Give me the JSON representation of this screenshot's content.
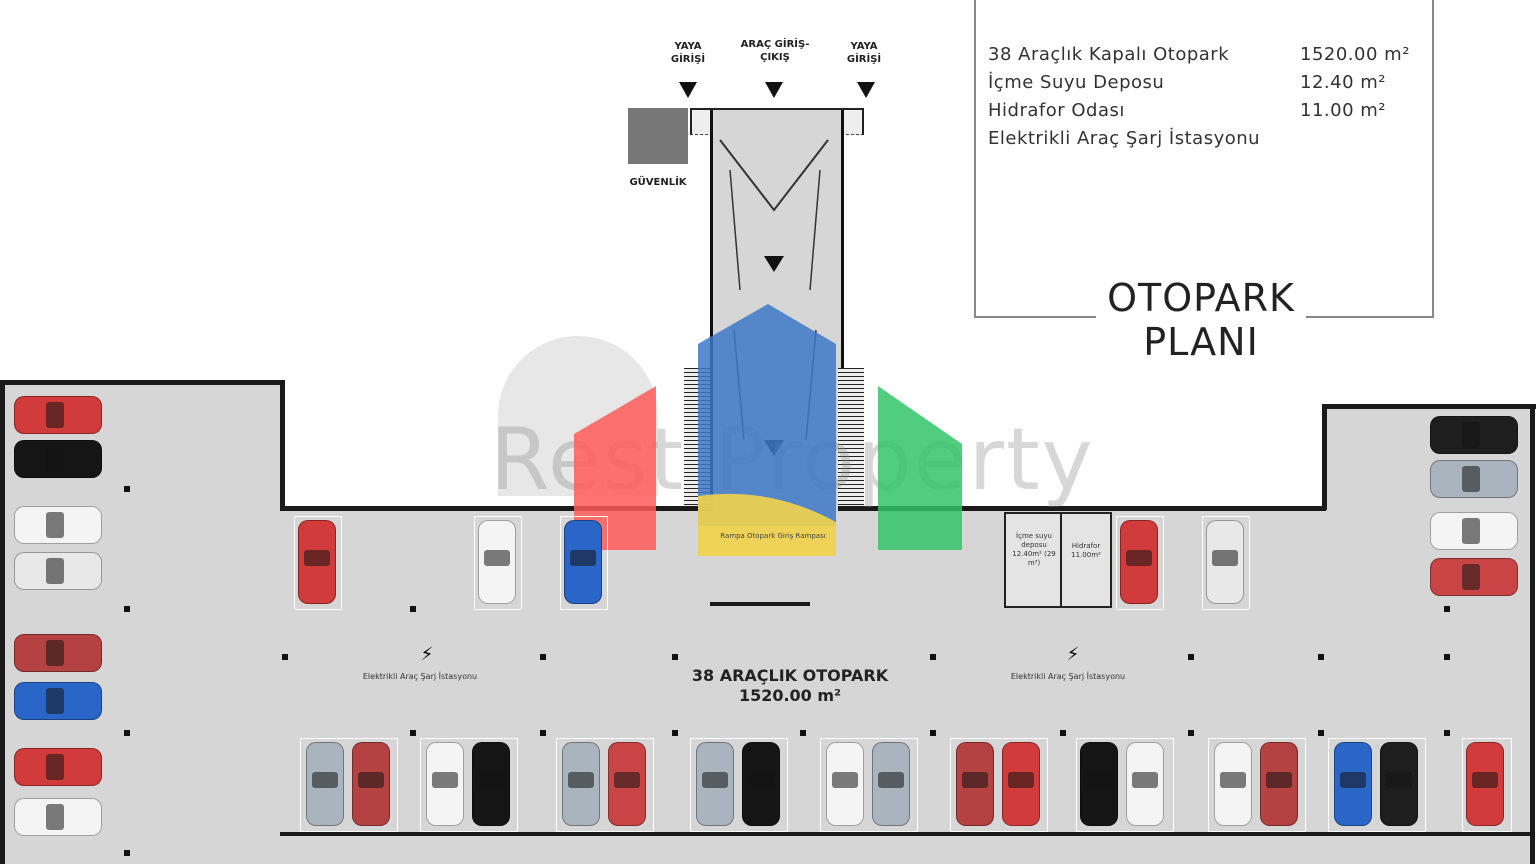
{
  "legend": {
    "rows": [
      {
        "label": "38 Araçlık Kapalı Otopark",
        "value": "1520.00 m²"
      },
      {
        "label": "İçme Suyu Deposu",
        "value": "12.40 m²"
      },
      {
        "label": "Hidrafor Odası",
        "value": "11.00 m²"
      },
      {
        "label": "Elektrikli Araç Şarj İstasyonu",
        "value": ""
      }
    ],
    "title_line1": "OTOPARK",
    "title_line2": "PLANI"
  },
  "entrances": {
    "pedestrian_left": "YAYA GİRİŞİ",
    "vehicle": "ARAÇ GİRİŞ-ÇIKIŞ",
    "pedestrian_right": "YAYA GİRİŞİ",
    "security": "GÜVENLİK"
  },
  "center": {
    "line1": "38 ARAÇLIK OTOPARK",
    "line2": "1520.00 m²"
  },
  "charging": {
    "left": "Elektrikli Araç Şarj İstasyonu",
    "right": "Elektrikli Araç Şarj İstasyonu"
  },
  "rooms": {
    "water_tank": "İçme suyu deposu 12.40m² (29 m³)",
    "hydrophore": "Hidrafor 11.00m²"
  },
  "watermark": {
    "brand": "Rest Property",
    "ramp_text": "Rampa Otopark Giriş Rampası"
  },
  "colors": {
    "floor": "#d6d6d6",
    "wall": "#1a1a1a",
    "logo_red": "#ff5a5a",
    "logo_blue": "#3d78c8",
    "logo_green": "#33c46a",
    "logo_yellow": "#f2d34a"
  }
}
